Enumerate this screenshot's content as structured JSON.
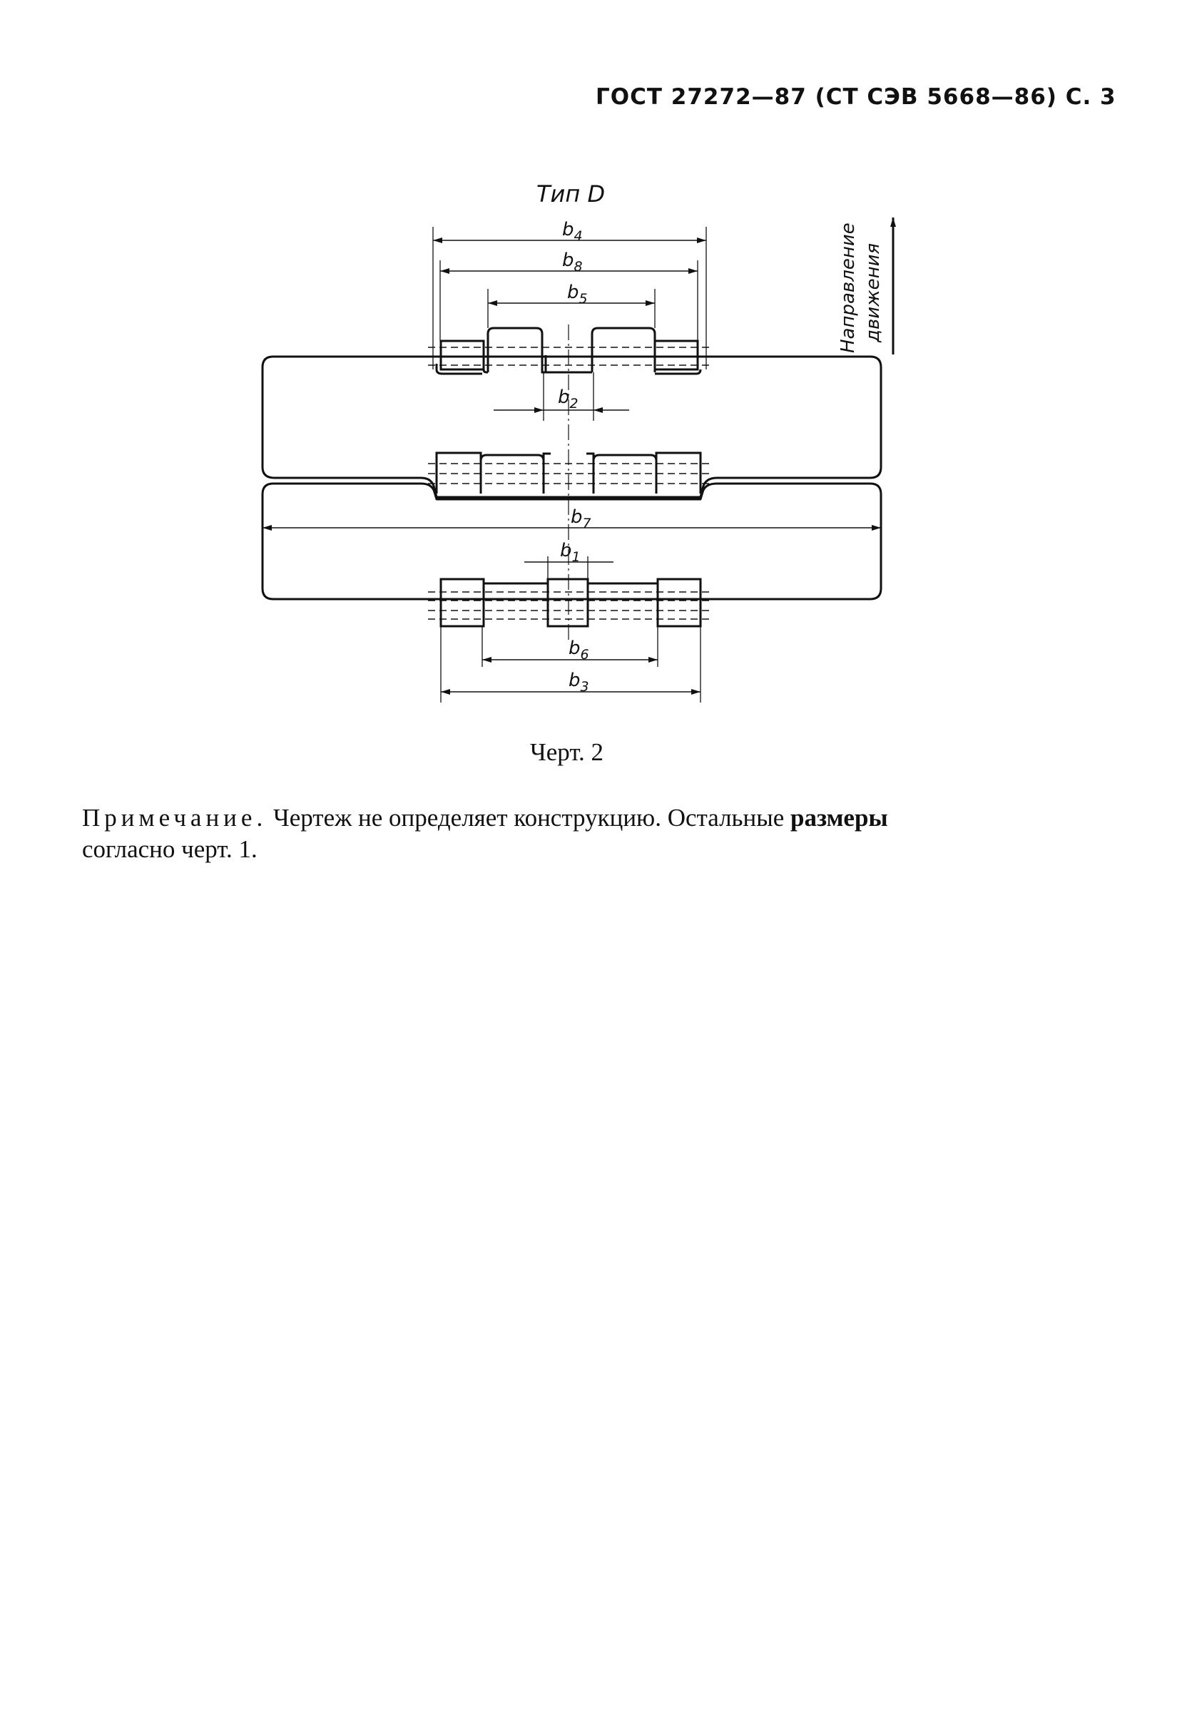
{
  "header": {
    "text": "ГОСТ 27272—87 (СТ СЭВ 5668—86) С. 3"
  },
  "drawing": {
    "type_label": "Тип D",
    "direction_label_line1": "Направление",
    "direction_label_line2": "движения",
    "dimensions": {
      "b4": "b4",
      "b8": "b8",
      "b5": "b5",
      "b2": "b2",
      "b7": "b7",
      "b1": "b1",
      "b6": "b6",
      "b3": "b3"
    }
  },
  "caption": "Черт. 2",
  "note": {
    "lead": "Примечание.",
    "text": " Чертеж не определяет конструкцию. Остальные",
    "tail": " размеры",
    "line2": "согласно черт. 1."
  }
}
